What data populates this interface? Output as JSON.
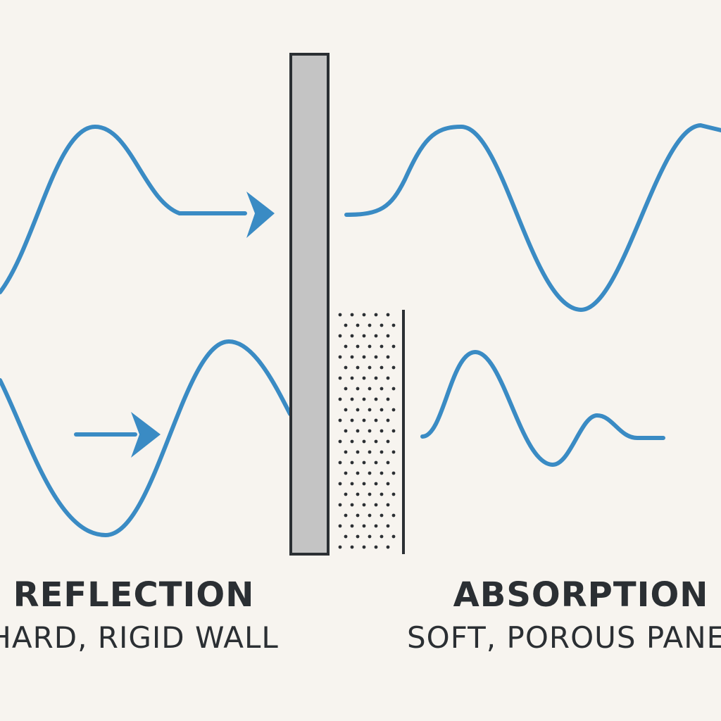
{
  "labels": {
    "reflection_title": "REFLECTION",
    "reflection_subtitle": "HARD, RIGID WALL",
    "absorption_title": "ABSORPTION",
    "absorption_subtitle": "SOFT, POROUS PANEL"
  },
  "colors": {
    "background": "#f7f4ef",
    "wave": "#3a8bc4",
    "wall_fill": "#c4c4c4",
    "wall_stroke": "#2b2f33",
    "text": "#2b2f33",
    "dots": "#2b2f33"
  }
}
